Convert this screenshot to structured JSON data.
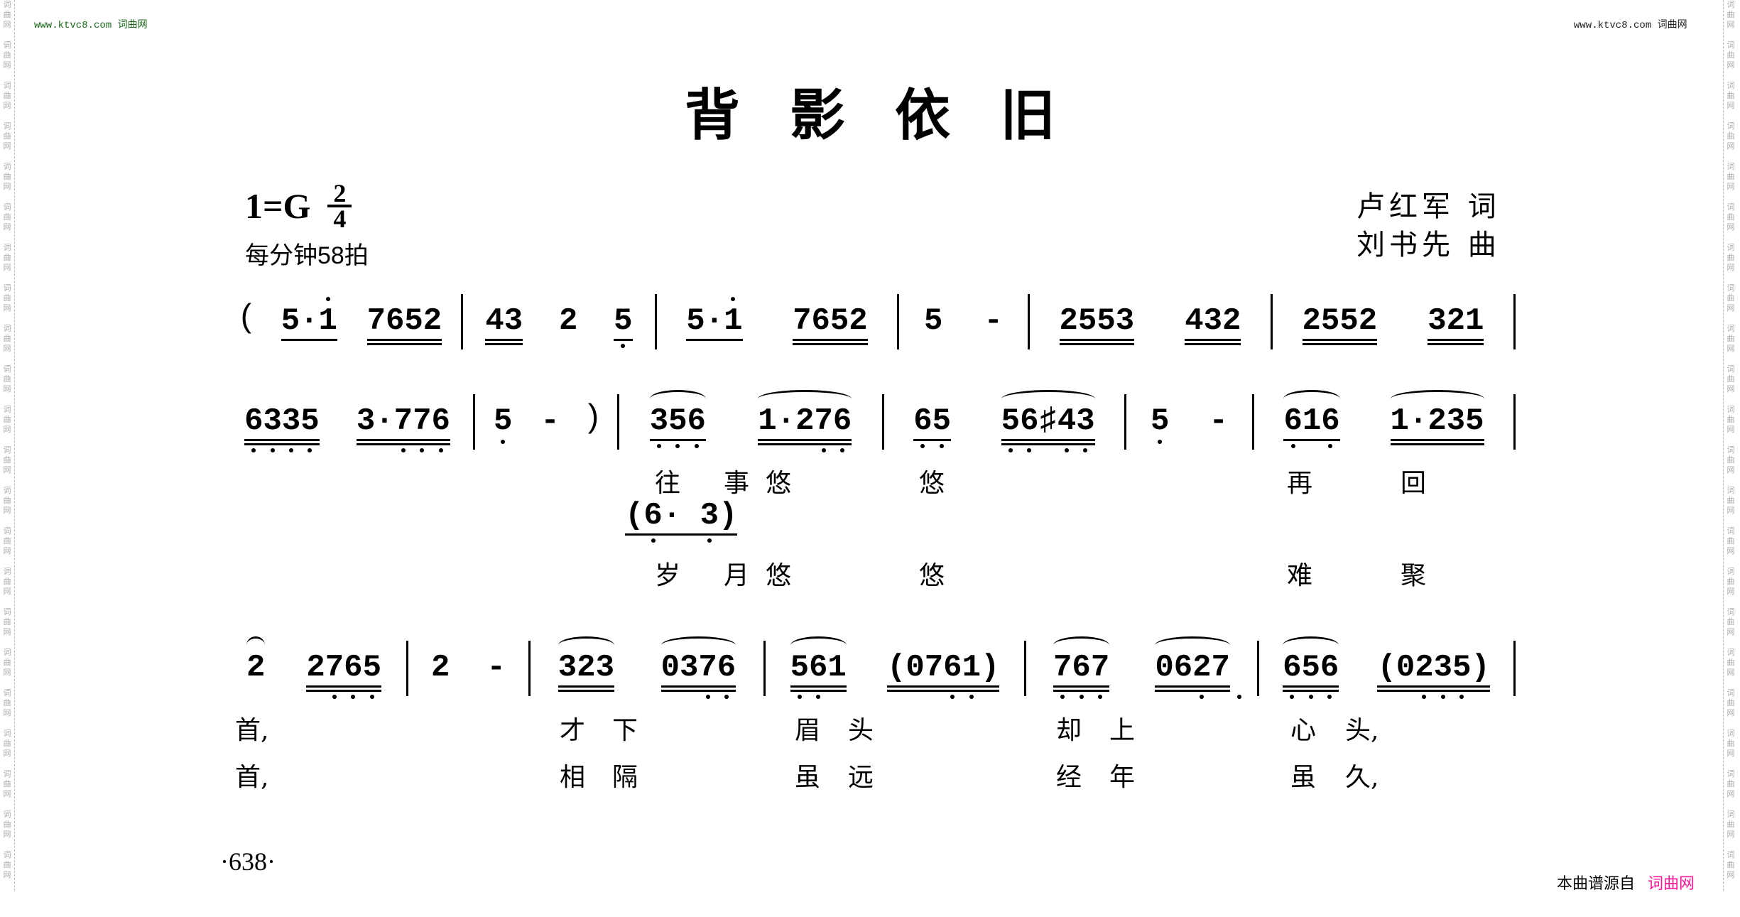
{
  "watermark": {
    "side_text": "词曲网",
    "site_left": "www.ktvc8.com 词曲网",
    "site_right": "www.ktvc8.com 词曲网"
  },
  "title": "背影依旧",
  "key": {
    "text": "1=G",
    "time_top": "2",
    "time_bottom": "4"
  },
  "tempo": "每分钟58拍",
  "credits": {
    "lyricist": "卢红军  词",
    "composer": "刘书先  曲"
  },
  "rows": [
    {
      "measures": [
        {
          "pre": "(",
          "groups": [
            {
              "n": "5·1",
              "hi": "  ·",
              "b": 1
            },
            {
              "n": "7652",
              "b": 2
            }
          ]
        },
        {
          "groups": [
            {
              "n": "43",
              "b": 2
            },
            {
              "n": "2",
              "b": 0
            },
            {
              "n": "5",
              "lo": "·",
              "b": 1
            }
          ]
        },
        {
          "groups": [
            {
              "n": "5·1",
              "hi": "  ·",
              "b": 1
            },
            {
              "n": "7652",
              "b": 2
            }
          ]
        },
        {
          "groups": [
            {
              "n": "5",
              "b": 0
            },
            {
              "n": "-",
              "b": 0
            }
          ]
        },
        {
          "groups": [
            {
              "n": "2553",
              "b": 2
            },
            {
              "n": "432",
              "b": 2
            }
          ]
        },
        {
          "groups": [
            {
              "n": "2552",
              "b": 2
            },
            {
              "n": "321",
              "b": 2
            }
          ]
        }
      ]
    },
    {
      "measures": [
        {
          "groups": [
            {
              "n": "6335",
              "lo": "····",
              "b": 2
            },
            {
              "n": "3·776",
              "lo": "  ···",
              "b": 2
            }
          ]
        },
        {
          "post": ")",
          "groups": [
            {
              "n": "5",
              "lo": "·",
              "b": 0
            },
            {
              "n": "-",
              "b": 0
            }
          ]
        },
        {
          "groups": [
            {
              "n": "356",
              "lo": "···",
              "b": 1,
              "s": 1
            },
            {
              "n": "1·276",
              "lo": "   ··",
              "b": 2,
              "s": 1
            }
          ]
        },
        {
          "groups": [
            {
              "n": "65",
              "lo": "··",
              "b": 1
            },
            {
              "n": "56♯43",
              "lo": "·· ··",
              "b": 2,
              "s": 1
            }
          ]
        },
        {
          "groups": [
            {
              "n": "5",
              "lo": "·",
              "b": 0
            },
            {
              "n": "-",
              "b": 0
            }
          ]
        },
        {
          "groups": [
            {
              "n": "616",
              "lo": "· ·",
              "b": 1,
              "s": 1
            },
            {
              "n": "1·235",
              "b": 2,
              "s": 1
            }
          ]
        }
      ]
    },
    {
      "measures": [
        {
          "groups": [
            {
              "n": "2",
              "b": 0,
              "s": 1
            },
            {
              "n": "2765",
              "lo": " ···",
              "b": 2
            }
          ]
        },
        {
          "groups": [
            {
              "n": "2",
              "b": 0
            },
            {
              "n": "-",
              "b": 0
            }
          ]
        },
        {
          "groups": [
            {
              "n": "323",
              "b": 2,
              "s": 1
            },
            {
              "n": "0376",
              "lo": "  ··",
              "b": 2,
              "s": 1
            }
          ]
        },
        {
          "groups": [
            {
              "n": "561",
              "lo": "··",
              "b": 2,
              "s": 1
            },
            {
              "n": "(0761)",
              "lo": "   ·· ",
              "b": 2
            }
          ]
        },
        {
          "groups": [
            {
              "n": "767",
              "lo": "···",
              "b": 2,
              "s": 1
            },
            {
              "n": "0627",
              "lo": "  · ·",
              "b": 2,
              "s": 1
            }
          ]
        },
        {
          "groups": [
            {
              "n": "656",
              "lo": "···",
              "b": 2,
              "s": 1
            },
            {
              "n": "(0235)",
              "lo": "  ··· ",
              "b": 2
            }
          ]
        }
      ]
    }
  ],
  "alt_phrase": {
    "text": "(6· 3)",
    "lo": " ·  · "
  },
  "lyrics": {
    "row2_verse1": [
      "往",
      "事",
      "悠",
      "悠",
      "再",
      "回"
    ],
    "row2_verse2": [
      "岁",
      "月",
      "悠",
      "悠",
      "难",
      "聚"
    ],
    "row3_verse1": [
      "首,",
      "才",
      "下",
      "眉",
      "头",
      "却",
      "上",
      "心",
      "头,"
    ],
    "row3_verse2": [
      "首,",
      "相",
      "隔",
      "虽",
      "远",
      "经",
      "年",
      "虽",
      "久,"
    ]
  },
  "page_number": "·638·",
  "source": {
    "label": "本曲谱源自",
    "brand": "词曲网"
  },
  "colors": {
    "brand": "#ff1493",
    "site_green": "#1a6a1a"
  }
}
